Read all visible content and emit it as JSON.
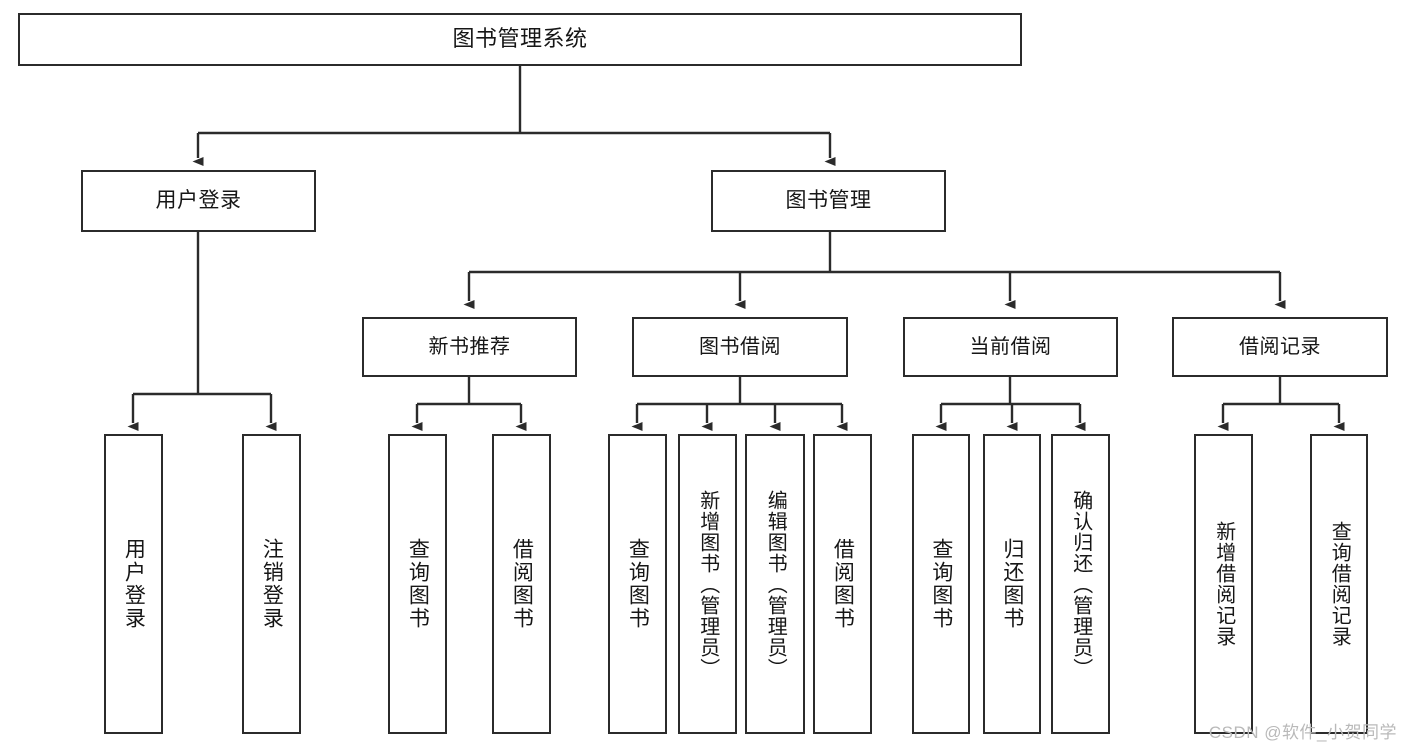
{
  "diagram": {
    "title": "图书管理系统",
    "type": "hierarchy-tree",
    "watermark": "CSDN @软件_小贺同学",
    "colors": {
      "stroke": "#2b2b2b",
      "fill": "#ffffff",
      "text": "#161616",
      "watermark": "#b9b9b9"
    },
    "root": {
      "label": "图书管理系统"
    },
    "level2": [
      {
        "label": "用户登录"
      },
      {
        "label": "图书管理"
      }
    ],
    "level3": [
      {
        "label": "新书推荐"
      },
      {
        "label": "图书借阅"
      },
      {
        "label": "当前借阅"
      },
      {
        "label": "借阅记录"
      }
    ],
    "leaves": {
      "user_login": [
        {
          "label": "用户登录"
        },
        {
          "label": "注销登录"
        }
      ],
      "new_book_recommend": [
        {
          "label": "查询图书"
        },
        {
          "label": "借阅图书"
        }
      ],
      "book_borrow": [
        {
          "label": "查询图书"
        },
        {
          "label": "新增图书（管理员）"
        },
        {
          "label": "编辑图书（管理员）"
        },
        {
          "label": "借阅图书"
        }
      ],
      "current_borrow": [
        {
          "label": "查询图书"
        },
        {
          "label": "归还图书"
        },
        {
          "label": "确认归还（管理员）"
        }
      ],
      "borrow_record": [
        {
          "label": "新增借阅记录"
        },
        {
          "label": "查询借阅记录"
        }
      ]
    }
  }
}
